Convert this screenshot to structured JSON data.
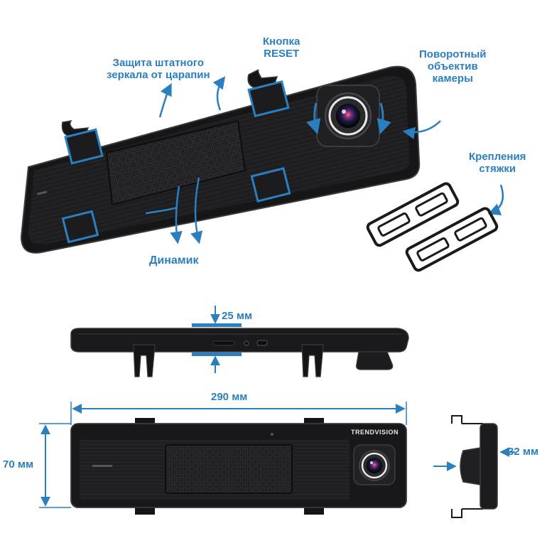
{
  "labels": {
    "scratch_protection": "Защита штатного\nзеркала от царапин",
    "reset_button": "Кнопка\nRESET",
    "rotating_lens": "Поворотный\nобъектив\nкамеры",
    "strap_mounts": "Крепления\nстяжки",
    "speaker": "Динамик"
  },
  "dimensions": {
    "thickness": "25 мм",
    "length": "290 мм",
    "height": "70 мм",
    "lens_depth": "32 мм"
  },
  "brand": "TRENDVISION",
  "colors": {
    "accent": "#2a7fc0",
    "device_body": "#1c1c1e",
    "device_edge": "#3a3a3d"
  }
}
